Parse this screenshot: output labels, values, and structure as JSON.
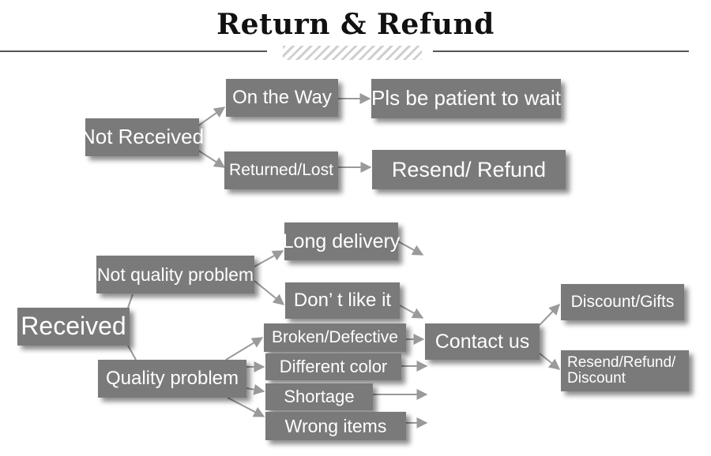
{
  "title": "Return & Refund",
  "nodes": {
    "not_received": "Not Received",
    "on_the_way": "On the Way",
    "pls_wait": "Pls be patient to wait",
    "returned_lost": "Returned/Lost",
    "resend_refund": "Resend/ Refund",
    "received": "Received",
    "not_quality_problem": "Not quality problem",
    "long_delivery": "Long delivery",
    "dont_like": "Don’ t like it",
    "quality_problem": "Quality problem",
    "broken_defective": "Broken/Defective",
    "different_color": "Different color",
    "shortage": "Shortage",
    "wrong_items": "Wrong items",
    "contact_us": "Contact us",
    "discount_gifts": "Discount/Gifts",
    "resend_refund_discount": "Resend/Refund/ Discount"
  },
  "colors": {
    "box": "#7a7a7a",
    "text": "#ffffff",
    "arrow": "#9a9a9a"
  }
}
